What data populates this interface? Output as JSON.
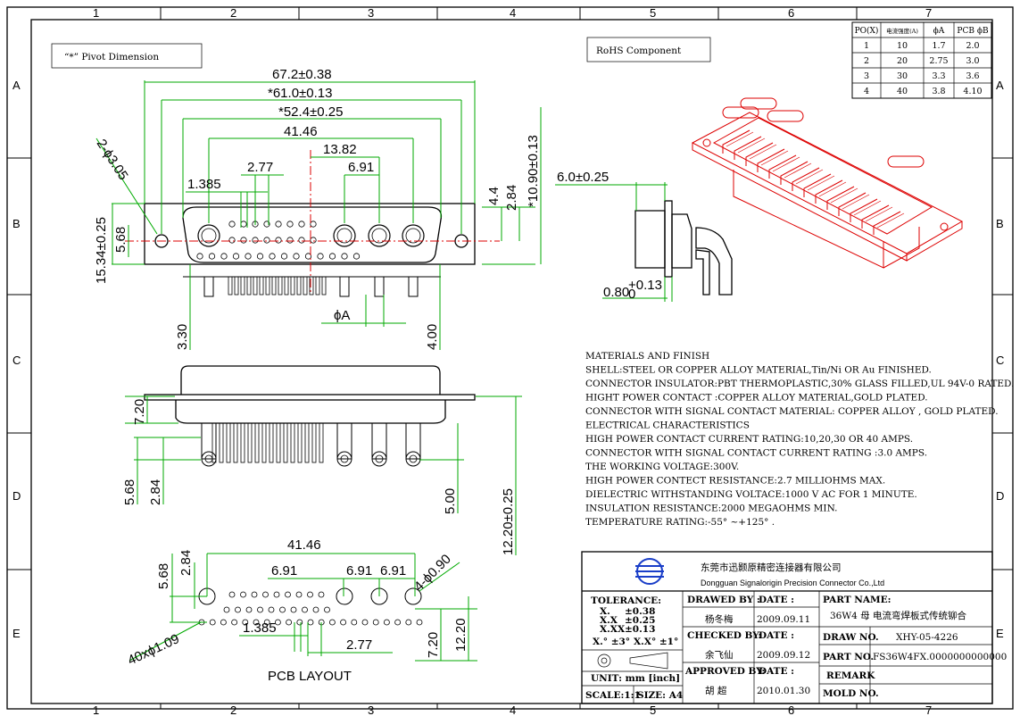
{
  "frame": {
    "columns": [
      "1",
      "2",
      "3",
      "4",
      "5",
      "6",
      "7"
    ],
    "rows": [
      "A",
      "B",
      "C",
      "D",
      "E"
    ]
  },
  "notes": {
    "pivot": "“*” Pivot Dimension",
    "rohs": "RoHS  Component",
    "pcb_layout": "PCB  LAYOUT"
  },
  "po_table": {
    "headers": [
      "PO(X)",
      "电流强度(A)",
      "ϕA",
      "PCB ϕB"
    ],
    "rows": [
      [
        "1",
        "10",
        "1.7",
        "2.0"
      ],
      [
        "2",
        "20",
        "2.75",
        "3.0"
      ],
      [
        "3",
        "30",
        "3.3",
        "3.6"
      ],
      [
        "4",
        "40",
        "3.8",
        "4.10"
      ]
    ]
  },
  "dims": {
    "d_67_2": "67.2±0.38",
    "d_61_0": "*61.0±0.13",
    "d_52_4": "*52.4±0.25",
    "d_41_46": "41.46",
    "d_13_82": "13.82",
    "d_2_77": "2.77",
    "d_6_91": "6.91",
    "d_1_385": "1.385",
    "d_2phi": "2-ϕ3.05",
    "d_15_34": "15.34±0.25",
    "d_5_68": "5.68",
    "d_4_4": "4.4",
    "d_2_84": "2.84",
    "d_10_90": "*10.90±0.13",
    "d_3_30": "3.30",
    "d_phiA": "ϕA",
    "d_4_00": "4.00",
    "d_6_0": "6.0±0.25",
    "d_0_80": "0.80",
    "d_0_80_tol_up": "+0.13",
    "d_0_80_tol_dn": "0",
    "d_7_20": "7.20",
    "d_5_68b": "5.68",
    "d_2_84b": "2.84",
    "d_5_00": "5.00",
    "d_12_20": "12.20±0.25",
    "p_41_46": "41.46",
    "p_5_68": "5.68",
    "p_2_84": "2.84",
    "p_6_91a": "6.91",
    "p_6_91b": "6.91",
    "p_6_91c": "6.91",
    "p_4phi": "4-ϕ0.90",
    "p_40phi": "40xϕ1.09",
    "p_1_385": "1.385",
    "p_2_77": "2.77",
    "p_7_20": "7.20",
    "p_12_20": "12.20"
  },
  "specs": [
    "MATERIALS AND  FINISH",
    "SHELL:STEEL OR COPPER ALLOY MATERIAL,Tin/Ni OR Au FINISHED.",
    "CONNECTOR INSULATOR:PBT THERMOPLASTIC,30% GLASS FILLED,UL 94V-0 RATED.",
    "HIGHT POWER CONTACT :COPPER ALLOY MATERIAL,GOLD PLATED.",
    "CONNECTOR WITH SIGNAL CONTACT MATERIAL: COPPER ALLOY , GOLD PLATED.",
    "ELECTRICAL CHARACTERISTICS",
    "HIGH POWER CONTACT CURRENT RATING:10,20,30 OR 40 AMPS.",
    "CONNECTOR WITH SIGNAL CONTACT CURRENT RATING :3.0 AMPS.",
    "THE WORKING VOLTAGE:300V.",
    "HIGH POWER CONTECT RESISTANCE:2.7 MILLIOHMS MAX.",
    "DIELECTRIC WITHSTANDING VOLTACE:1000 V AC FOR 1 MINUTE.",
    "INSULATION RESISTANCE:2000 MEGAOHMS MIN.",
    "TEMPERATURE RATING:-55° ~+125° ."
  ],
  "title_block": {
    "company_cn": "东莞市迅颢原精密连接器有限公司",
    "company_en": "Dongguan Signalorigin Precision Connector Co.,Ltd",
    "tolerance_label": "TOLERANCE:",
    "tol_x": "X.",
    "tol_x_val": "±0.38",
    "tol_xx": "X.X",
    "tol_xx_val": "±0.25",
    "tol_xxx": "X.XX",
    "tol_xxx_val": "±0.13",
    "tol_ang1": "X.° ±3°",
    "tol_ang2": "X.X° ±1°",
    "unit": "UNIT: mm [inch]",
    "scale": "SCALE:1:1",
    "size": "SIZE: A4",
    "drawed_by_label": "DRAWED BY :",
    "drawed_by": "杨冬梅",
    "checked_by_label": "CHECKED BY:",
    "checked_by": "余飞仙",
    "approved_by_label": "APPROVED BY:",
    "approved_by": "胡    超",
    "date_label": "DATE :",
    "date1": "2009.09.11",
    "date2": "2009.09.12",
    "date3": "2010.01.30",
    "part_name_label": "PART NAME:",
    "part_name": "36W4 母 电流弯焊板式传统铆合",
    "draw_no_label": "DRAW NO.",
    "draw_no": "XHY-05-4226",
    "part_no_label": "PART NO.",
    "part_no": "FS36W4FX.0000000000000",
    "remark_label": "REMARK",
    "mold_no_label": "MOLD NO."
  },
  "colors": {
    "dimension": "#00aa00",
    "centerline": "#dd0000",
    "render": "#dd0000",
    "logo": "#1a3ec8"
  }
}
